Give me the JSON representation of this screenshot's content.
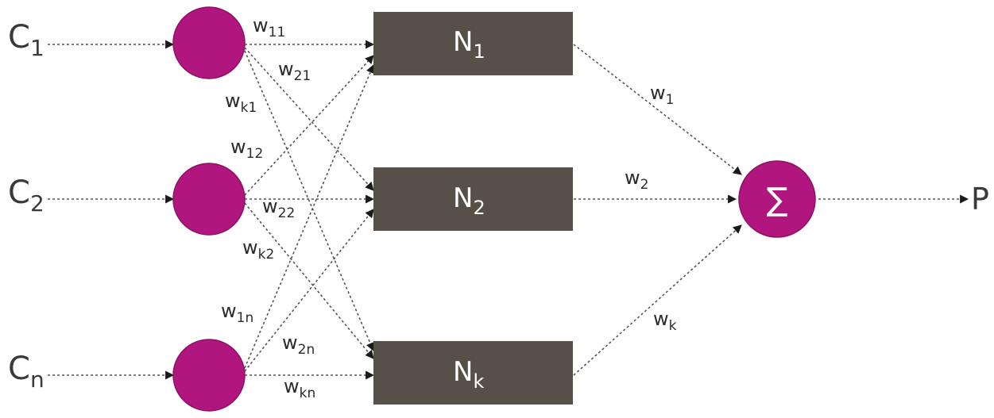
{
  "colors": {
    "input_node": "#b0167e",
    "neuron_box": "#575048",
    "sum_node": "#b0167e",
    "connector": "#555555"
  },
  "inputs": [
    {
      "letter": "C",
      "sub": "1"
    },
    {
      "letter": "C",
      "sub": "2"
    },
    {
      "letter": "C",
      "sub": "n"
    }
  ],
  "neurons": [
    {
      "letter": "N",
      "sub": "1"
    },
    {
      "letter": "N",
      "sub": "2"
    },
    {
      "letter": "N",
      "sub": "k"
    }
  ],
  "input_weights": [
    {
      "letter": "w",
      "sub": "11"
    },
    {
      "letter": "w",
      "sub": "21"
    },
    {
      "letter": "w",
      "sub": "k1"
    },
    {
      "letter": "w",
      "sub": "12"
    },
    {
      "letter": "w",
      "sub": "22"
    },
    {
      "letter": "w",
      "sub": "k2"
    },
    {
      "letter": "w",
      "sub": "1n"
    },
    {
      "letter": "w",
      "sub": "2n"
    },
    {
      "letter": "w",
      "sub": "kn"
    }
  ],
  "output_weights": [
    {
      "letter": "w",
      "sub": "1"
    },
    {
      "letter": "w",
      "sub": "2"
    },
    {
      "letter": "w",
      "sub": "k"
    }
  ],
  "sum_node": {
    "symbol": "∑"
  },
  "output": {
    "label": "P"
  }
}
